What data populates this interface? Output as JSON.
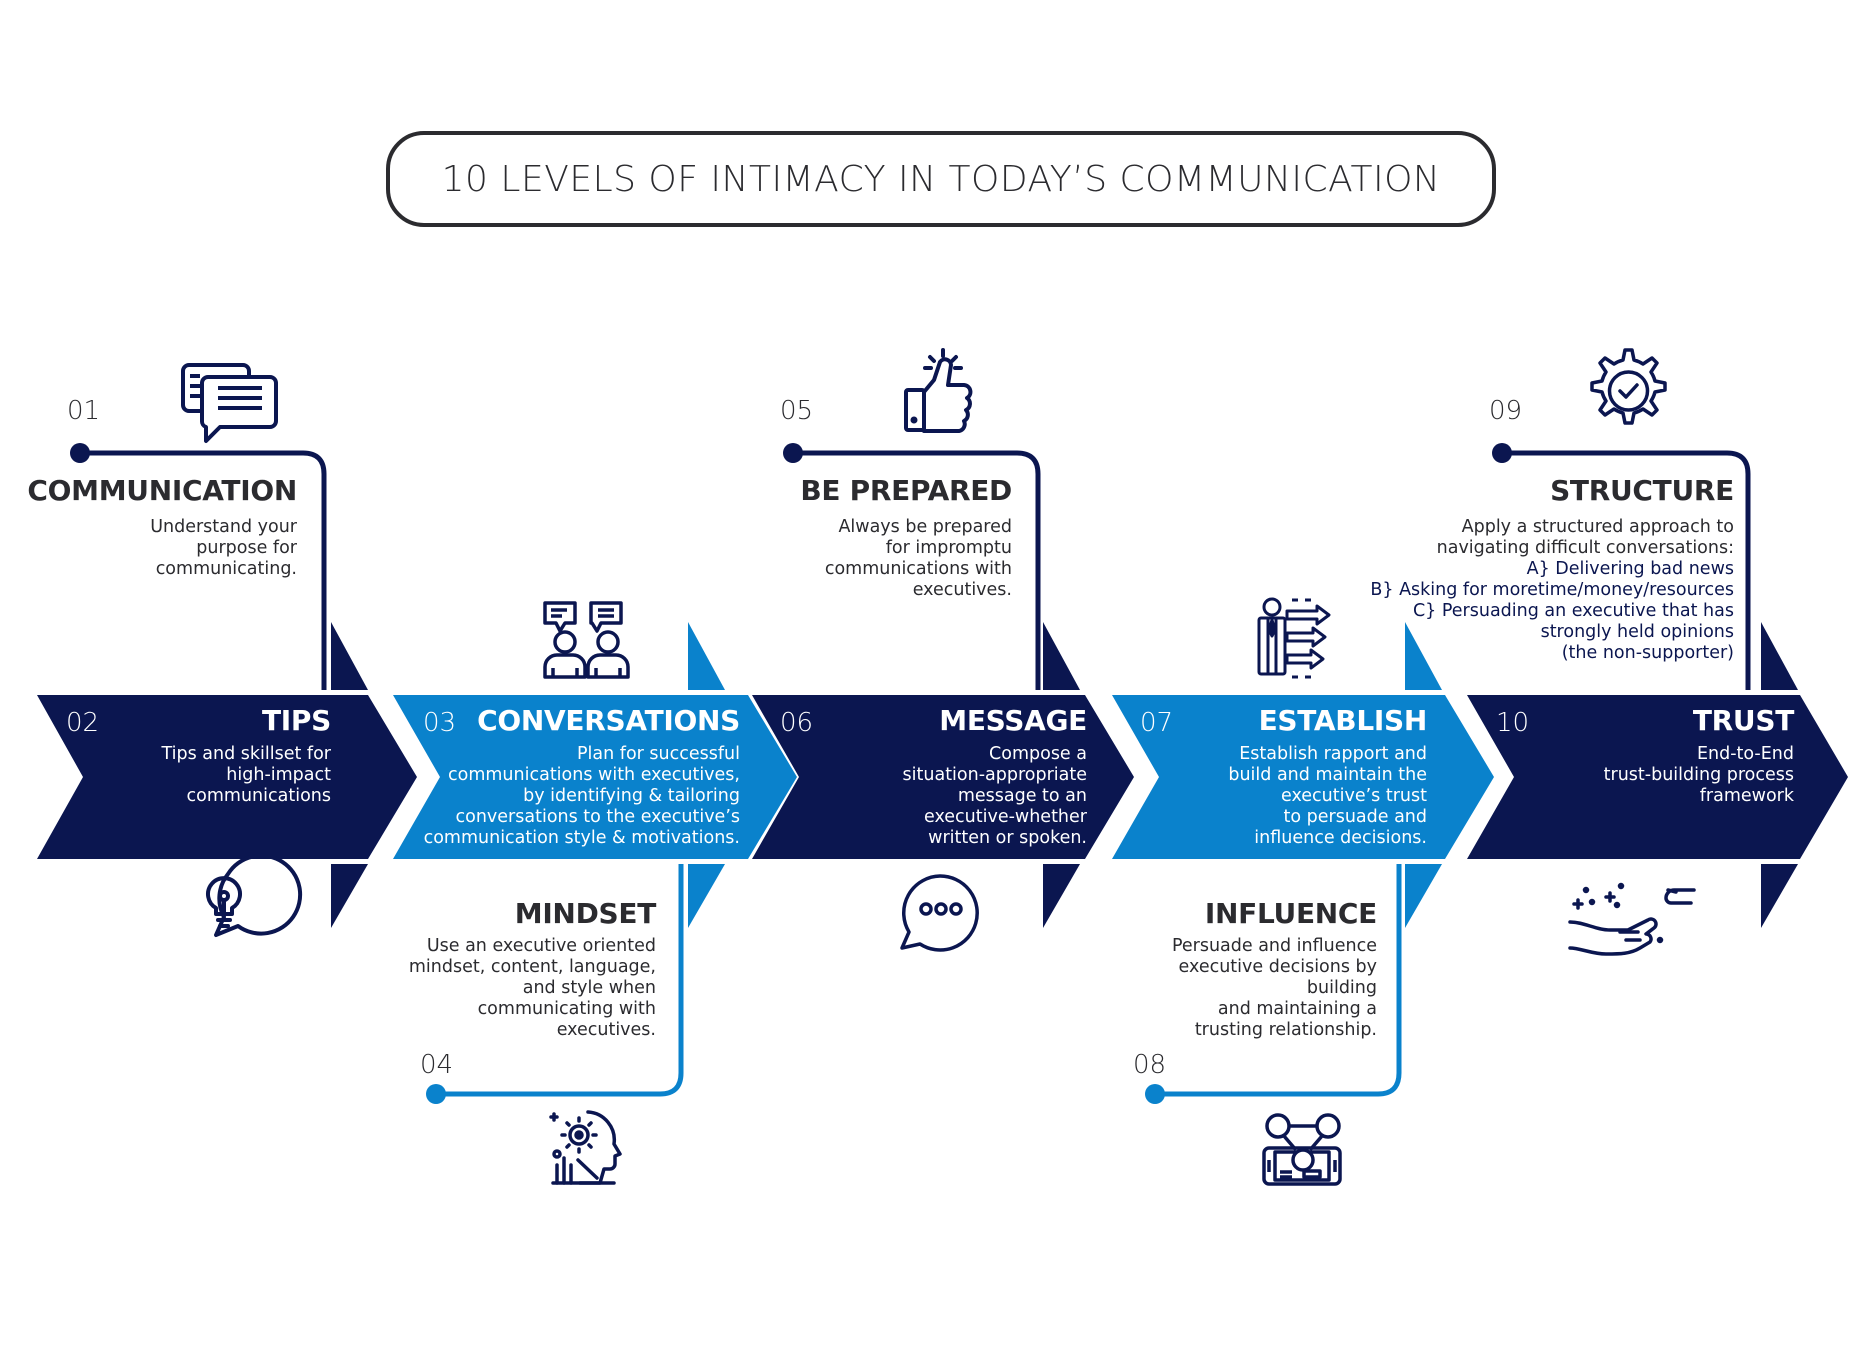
{
  "title": "10 LEVELS OF INTIMACY IN TODAY’S COMMUNICATION",
  "colors": {
    "navy": "#0b1650",
    "blue": "#0a82cc",
    "text": "#2b2b2f",
    "white": "#ffffff"
  },
  "top_items": [
    {
      "number": "01",
      "heading": "COMMUNICATION",
      "icon": "chat-bubbles-icon",
      "lines": [
        "Understand your",
        "purpose for",
        "communicating."
      ]
    },
    {
      "number": "05",
      "heading": "BE PREPARED",
      "icon": "thumbs-up-icon",
      "lines": [
        "Always be prepared",
        "for impromptu",
        "communications with",
        "executives."
      ]
    },
    {
      "number": "09",
      "heading": "STRUCTURE",
      "icon": "gear-check-icon",
      "lines": [
        "Apply a structured approach to",
        "navigating difficult conversations:"
      ],
      "list": [
        "A} Delivering bad news",
        "B} Asking for moretime/money/resources",
        "C} Persuading an executive that has",
        "strongly held opinions",
        "(the non-supporter)"
      ]
    }
  ],
  "bottom_items": [
    {
      "number": "04",
      "heading": "MINDSET",
      "icon": "head-gear-icon",
      "lines": [
        "Use an executive oriented",
        "mindset, content, language,",
        "and style when",
        "communicating with",
        "executives."
      ]
    },
    {
      "number": "08",
      "heading": "INFLUENCE",
      "icon": "network-people-icon",
      "lines": [
        "Persuade and influence",
        "executive decisions by",
        "building",
        "and maintaining a",
        "trusting relationship."
      ]
    }
  ],
  "chevrons": [
    {
      "number": "02",
      "heading": "TIPS",
      "color": "navy",
      "icon": "lightbulb-bubble-icon",
      "lines": [
        "Tips and skillset for",
        "high-impact",
        "communications"
      ]
    },
    {
      "number": "03",
      "heading": "CONVERSATIONS",
      "color": "blue",
      "icon": "two-people-talking-icon",
      "lines": [
        "Plan for successful",
        "communications with executives,",
        "by identifying & tailoring",
        "conversations to the executive’s",
        "communication style & motivations."
      ]
    },
    {
      "number": "06",
      "heading": "MESSAGE",
      "color": "navy",
      "icon": "speech-dots-icon",
      "lines": [
        "Compose a",
        "situation-appropriate",
        "message to an",
        "executive-whether",
        "written or spoken."
      ]
    },
    {
      "number": "07",
      "heading": "ESTABLISH",
      "color": "blue",
      "icon": "presenter-arrows-icon",
      "lines": [
        "Establish rapport and",
        "build and maintain the",
        "executive’s trust",
        "to persuade and",
        "influence decisions."
      ]
    },
    {
      "number": "10",
      "heading": "TRUST",
      "color": "navy",
      "icon": "handshake-sparkle-icon",
      "lines": [
        "End-to-End",
        "trust-building process",
        "framework"
      ]
    }
  ]
}
